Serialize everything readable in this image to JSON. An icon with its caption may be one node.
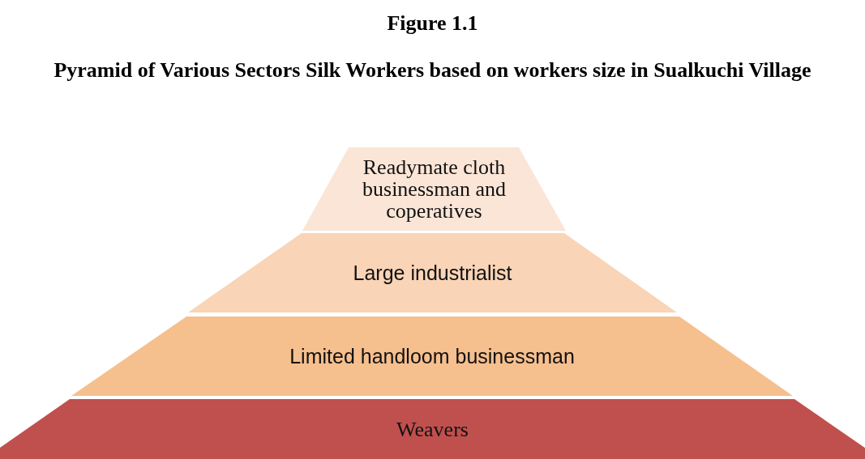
{
  "diagram": {
    "title": "Figure 1.1",
    "nodes": [
      {
        "text": [
          "Readymate cloth businessman and coperatives"
        ]
      },
      {
        "text": [
          "Large industrialist"
        ]
      },
      {
        "text": [
          "Limited handloom businessman"
        ]
      },
      {
        "text": [
          "Weavers"
        ]
      }
    ],
    "labels": [
      "Pyramid of Various Sectors Silk Workers based on workers size in Sualkuchi Village"
    ]
  }
}
